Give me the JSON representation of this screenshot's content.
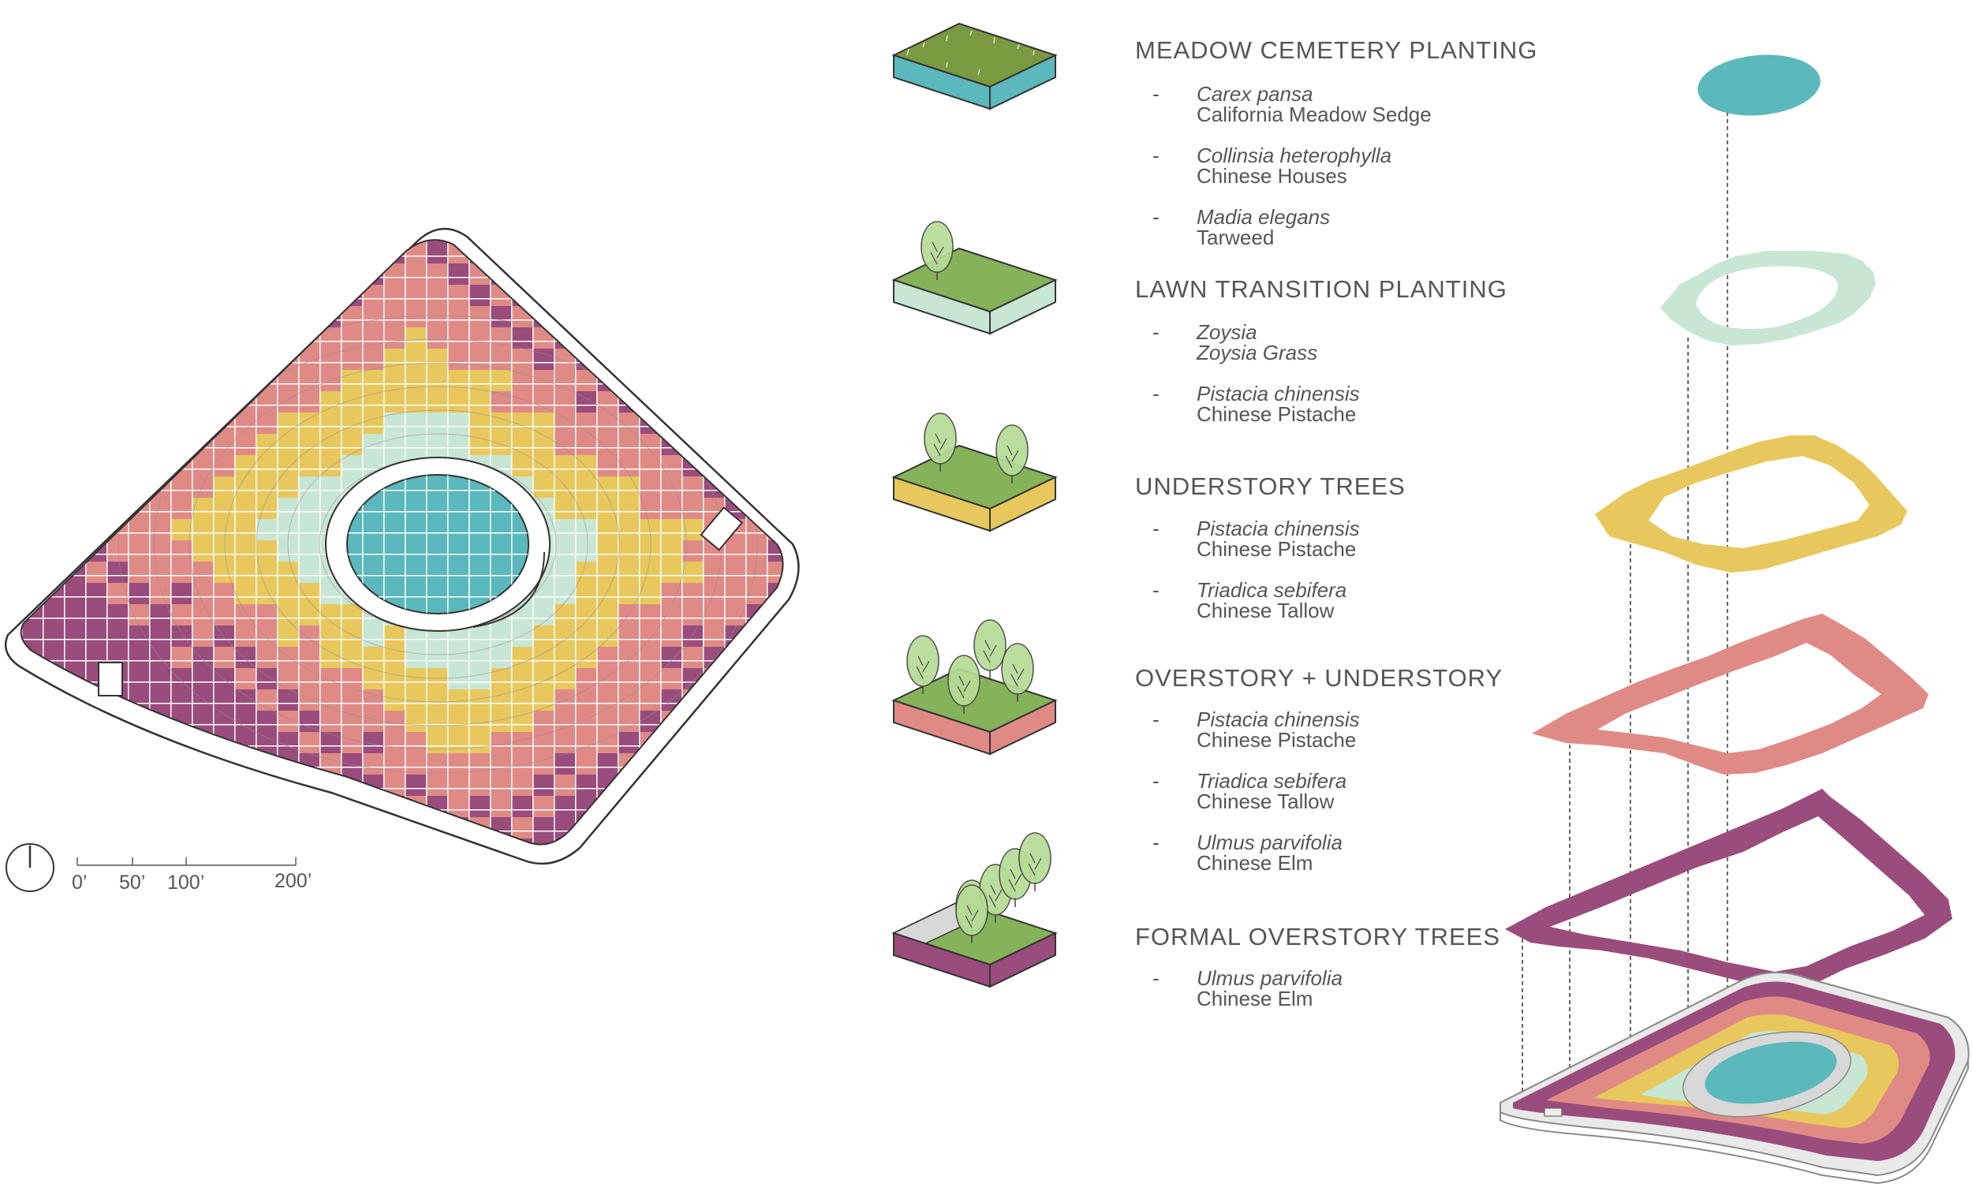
{
  "zones": [
    {
      "key": "meadow",
      "title": "MEADOW CEMETERY PLANTING",
      "color": "#5bb8bd",
      "species": [
        {
          "latin": "Carex pansa",
          "common": "California Meadow Sedge"
        },
        {
          "latin": "Collinsia heterophylla",
          "common": "Chinese Houses"
        },
        {
          "latin": "Madia elegans",
          "common": "Tarweed"
        }
      ]
    },
    {
      "key": "lawn",
      "title": "LAWN TRANSITION PLANTING",
      "color": "#c8e6d4",
      "species": [
        {
          "latin": "Zoysia",
          "common": "Zoysia Grass"
        },
        {
          "latin": "Pistacia chinensis",
          "common": "Chinese Pistache"
        }
      ]
    },
    {
      "key": "understory",
      "title": "UNDERSTORY TREES",
      "color": "#e8c85c",
      "species": [
        {
          "latin": "Pistacia chinensis",
          "common": "Chinese Pistache"
        },
        {
          "latin": "Triadica sebifera",
          "common": "Chinese Tallow"
        }
      ]
    },
    {
      "key": "over_under",
      "title": "OVERSTORY + UNDERSTORY",
      "color": "#e08a86",
      "species": [
        {
          "latin": "Pistacia chinensis",
          "common": "Chinese Pistache"
        },
        {
          "latin": "Triadica sebifera",
          "common": "Chinese Tallow"
        },
        {
          "latin": "Ulmus parvifolia",
          "common": "Chinese Elm"
        }
      ]
    },
    {
      "key": "formal",
      "title": "FORMAL OVERSTORY TREES",
      "color": "#9a4c7c",
      "species": [
        {
          "latin": "Ulmus parvifolia",
          "common": "Chinese Elm"
        }
      ]
    }
  ],
  "dash": "-",
  "scale": {
    "labels": [
      "0’",
      "50’",
      "100’",
      "200’"
    ]
  },
  "icons": [
    "north-arrow-icon",
    "meadow-block-icon",
    "lawn-block-icon",
    "understory-block-icon",
    "over-under-block-icon",
    "formal-block-icon"
  ]
}
